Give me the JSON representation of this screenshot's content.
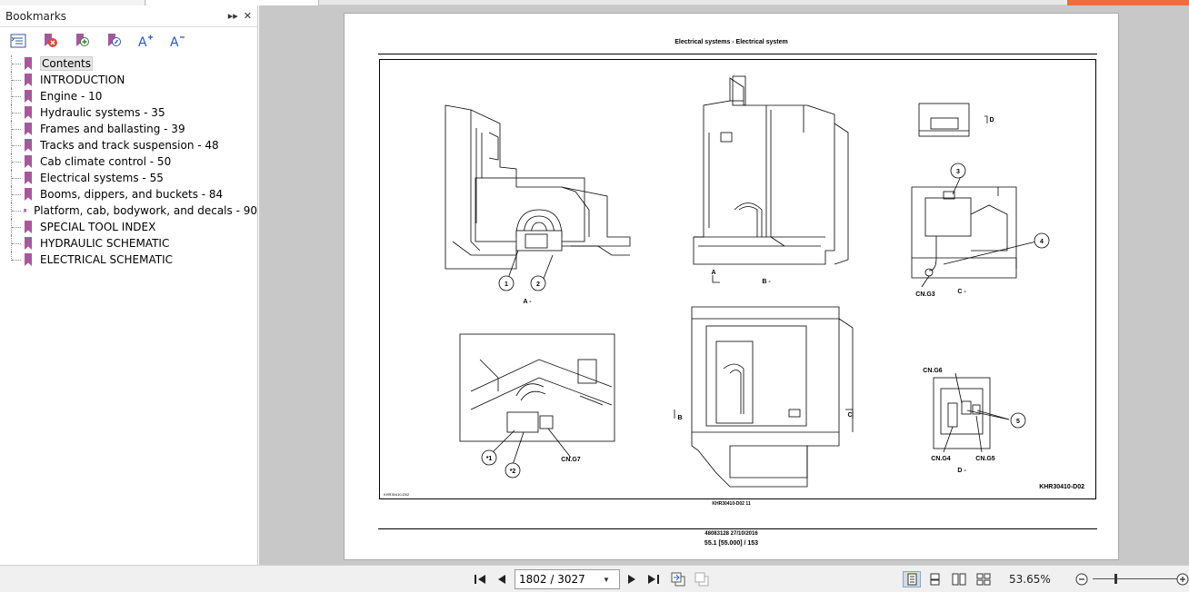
{
  "bookmarks_panel": {
    "title": "Bookmarks",
    "items": [
      {
        "label": "Contents",
        "selected": true
      },
      {
        "label": "INTRODUCTION"
      },
      {
        "label": "Engine - 10"
      },
      {
        "label": "Hydraulic systems - 35"
      },
      {
        "label": "Frames and ballasting - 39"
      },
      {
        "label": "Tracks and track suspension - 48"
      },
      {
        "label": "Cab climate control - 50"
      },
      {
        "label": "Electrical systems - 55"
      },
      {
        "label": "Booms, dippers, and buckets - 84"
      },
      {
        "label": "Platform, cab, bodywork, and decals - 90"
      },
      {
        "label": "SPECIAL TOOL INDEX"
      },
      {
        "label": "HYDRAULIC SCHEMATIC"
      },
      {
        "label": "ELECTRICAL SCHEMATIC"
      }
    ],
    "toolbar_icons": [
      "expand-all-icon",
      "delete-bookmark-icon",
      "add-bookmark-icon",
      "bookmark-properties-icon",
      "increase-font-icon",
      "decrease-font-icon"
    ]
  },
  "page": {
    "header": "Electrical systems - Electrical system",
    "figure": {
      "views": [
        "A -",
        "B -",
        "C -",
        "D -"
      ],
      "callouts": [
        "1",
        "2",
        "3",
        "4",
        "5",
        "*1",
        "*2"
      ],
      "connectors": [
        "CN.G3",
        "CN.G6",
        "CN.G4",
        "CN.G5",
        "CN.G7"
      ],
      "arrow_labels": {
        "a": "A",
        "b": "B",
        "c": "C",
        "d": "D"
      },
      "figure_id": "KHR30410-D02",
      "figure_id_small": "KHR30410-D02"
    },
    "caption_small": "KHR30410-D02     11",
    "doc_number": "48083128 27/10/2016",
    "section": "55.1 [55.000] / 153"
  },
  "statusbar": {
    "page_value": "1802 / 3027",
    "zoom": "53.65%"
  },
  "colors": {
    "accent": "#f26b3a",
    "bookmark_ribbon": "#a5599a",
    "page_bg": "#c8c8c8"
  }
}
